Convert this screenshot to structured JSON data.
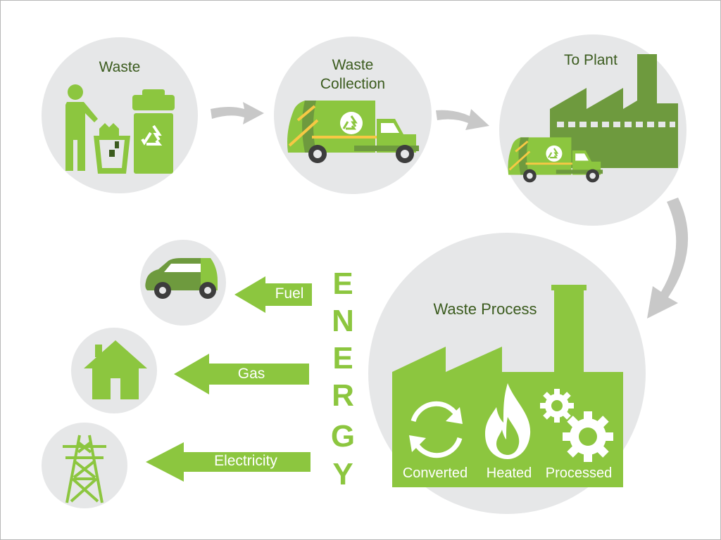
{
  "colors": {
    "circle": "#e6e7e8",
    "green": "#8cc63f",
    "dark_green": "#6e9a3e",
    "text": "#3b5b1e",
    "flow_arrow": "#c8c8c8",
    "stripe": "#f7c844"
  },
  "steps": {
    "waste": "Waste",
    "collection_line1": "Waste",
    "collection_line2": "Collection",
    "plant": "To Plant",
    "process": "Waste Process"
  },
  "energy_letters": [
    "E",
    "N",
    "E",
    "R",
    "G",
    "Y"
  ],
  "process_steps": [
    "Converted",
    "Heated",
    "Processed"
  ],
  "outputs": {
    "fuel": "Fuel",
    "gas": "Gas",
    "electricity": "Electricity"
  },
  "icons": {
    "person": "person-icon",
    "basket": "trash-basket-icon",
    "bin": "recycle-bin-icon",
    "truck": "garbage-truck-icon",
    "factory": "factory-icon",
    "car": "car-icon",
    "house": "house-icon",
    "tower": "power-tower-icon",
    "cycle": "cycle-arrows-icon",
    "flame": "flame-icon",
    "gears": "gears-icon"
  }
}
